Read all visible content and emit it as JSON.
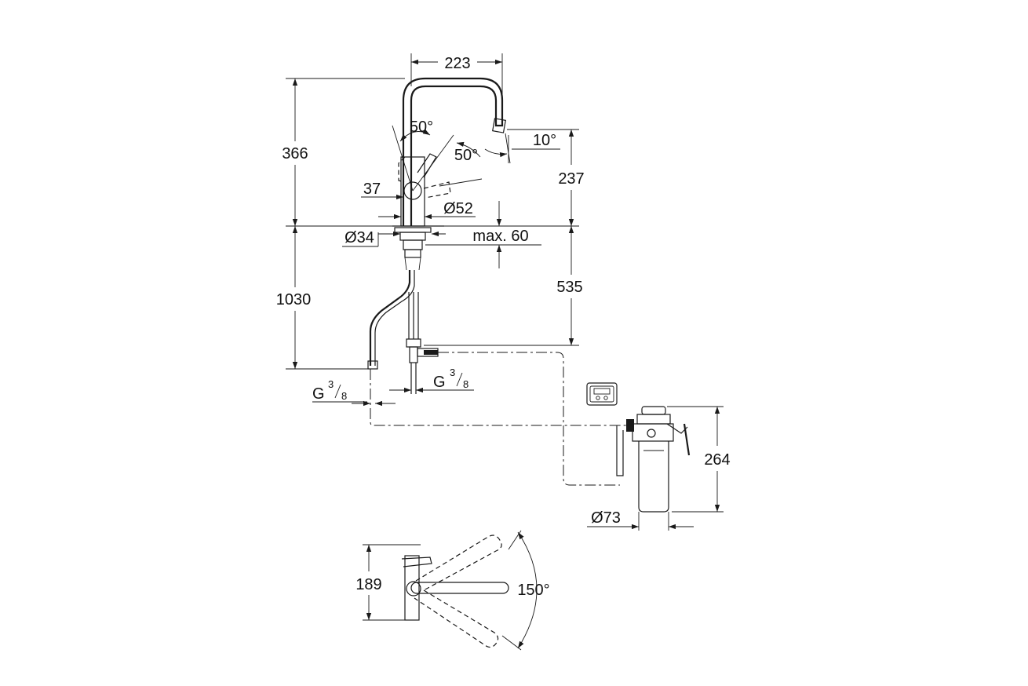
{
  "dimensions": {
    "top_spout_reach": "223",
    "total_height_above_deck": "366",
    "lever_angle_back": "50°",
    "lever_angle_front": "50°",
    "spout_tilt": "10°",
    "spout_outlet_height": "237",
    "lever_offset": "37",
    "body_diameter": "Ø52",
    "hole_diameter": "Ø34",
    "max_deck_thickness": "max. 60",
    "below_deck_length": "1030",
    "hose_length": "535",
    "connection_left_g": "G",
    "connection_left_sup": "3",
    "connection_left_sub": "8",
    "connection_right_g": "G",
    "connection_right_sup": "3",
    "connection_right_sub": "8",
    "filter_height": "264",
    "filter_diameter": "Ø73",
    "side_view_height": "189",
    "swivel_angle": "150°"
  }
}
